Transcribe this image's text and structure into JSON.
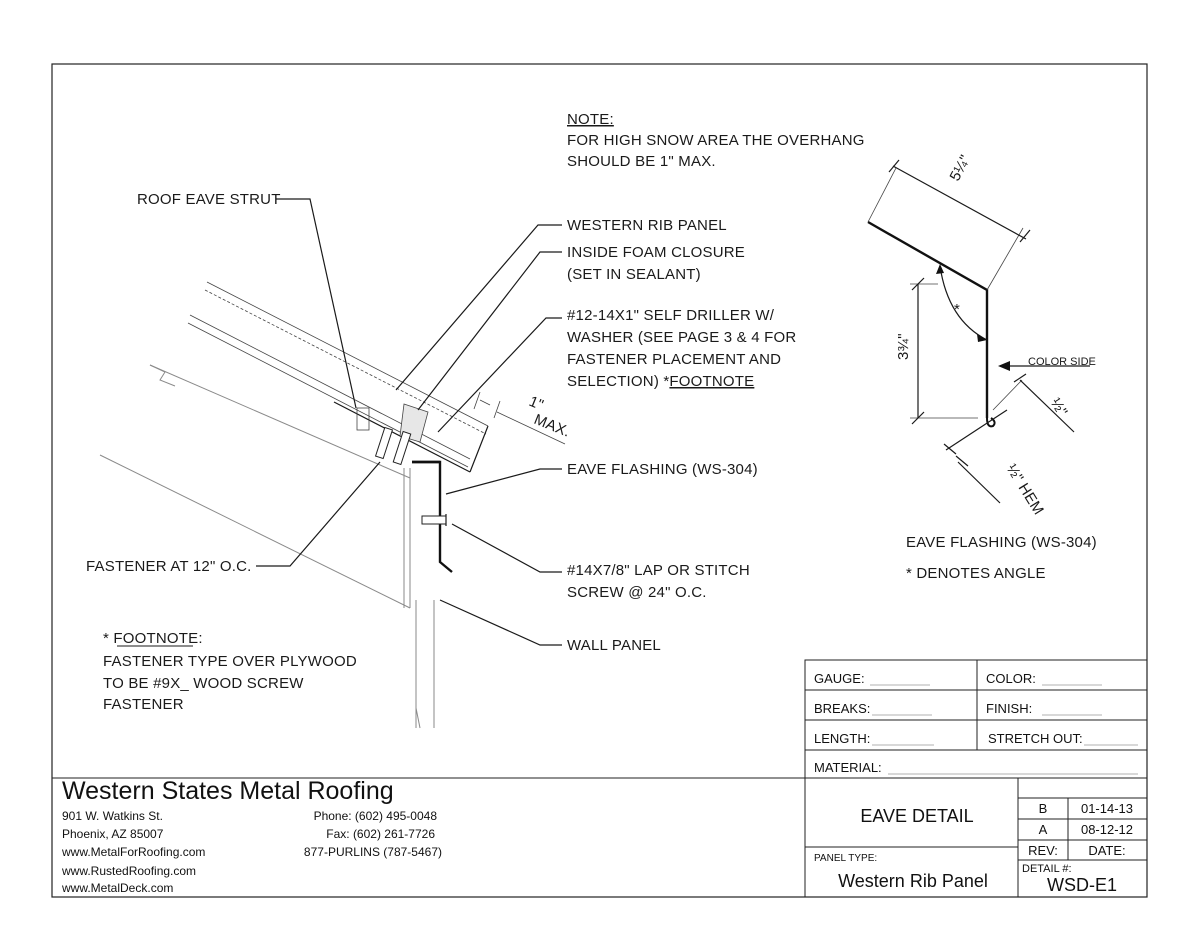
{
  "note": {
    "heading": "NOTE:",
    "line1": "FOR HIGH SNOW AREA THE OVERHANG",
    "line2": "SHOULD BE 1\" MAX."
  },
  "labels": {
    "roof_eave_strut": "ROOF EAVE STRUT",
    "western_rib_panel": "WESTERN RIB PANEL",
    "inside_foam_closure_1": "INSIDE FOAM CLOSURE",
    "inside_foam_closure_2": "(SET IN SEALANT)",
    "self_driller_1": "#12-14X1\" SELF DRILLER W/",
    "self_driller_2": "WASHER (SEE PAGE 3 & 4 FOR",
    "self_driller_3": "FASTENER PLACEMENT AND",
    "self_driller_4": "SELECTION) *",
    "self_driller_footnote_link": "FOOTNOTE",
    "eave_flashing": "EAVE FLASHING (WS-304)",
    "fastener_12": "FASTENER AT 12\" O.C.",
    "lap_screw_1": "#14X7/8\" LAP OR STITCH",
    "lap_screw_2": "SCREW @ 24\" O.C.",
    "wall_panel": "WALL PANEL",
    "overhang_dim_1": "1\"",
    "overhang_dim_2": "MAX."
  },
  "footnote": {
    "heading": "* FOOTNOTE:",
    "line1": "FASTENER TYPE OVER PLYWOOD",
    "line2": "TO BE #9X_ WOOD SCREW",
    "line3": "FASTENER"
  },
  "profile": {
    "dim_top": "5¼\"",
    "dim_side": "3¾\"",
    "angle_mark": "*",
    "color_side": "COLOR SIDE",
    "dim_return": "½\"",
    "dim_hem": "½\" HEM",
    "caption": "EAVE FLASHING (WS-304)",
    "angle_note": "* DENOTES ANGLE"
  },
  "spec_table": {
    "gauge": "GAUGE:",
    "color": "COLOR:",
    "breaks": "BREAKS:",
    "finish": "FINISH:",
    "length": "LENGTH:",
    "stretch_out": "STRETCH OUT:",
    "material": "MATERIAL:"
  },
  "company": {
    "name": "Western States Metal Roofing",
    "address1": "901 W. Watkins St.",
    "address2": "Phoenix, AZ 85007",
    "web1": "www.MetalForRoofing.com",
    "web2": "www.RustedRoofing.com",
    "web3": "www.MetalDeck.com",
    "phone": "Phone: (602) 495-0048",
    "fax": "Fax: (602) 261-7726",
    "tollfree": "877-PURLINS (787-5467)"
  },
  "title_block": {
    "detail_title": "EAVE DETAIL",
    "panel_type_label": "PANEL TYPE:",
    "panel_type": "Western Rib Panel",
    "revisions": [
      {
        "rev": "B",
        "date": "01-14-13"
      },
      {
        "rev": "A",
        "date": "08-12-12"
      }
    ],
    "rev_header": "REV:",
    "date_header": "DATE:",
    "detail_no_label": "DETAIL #:",
    "detail_no": "WSD-E1"
  }
}
